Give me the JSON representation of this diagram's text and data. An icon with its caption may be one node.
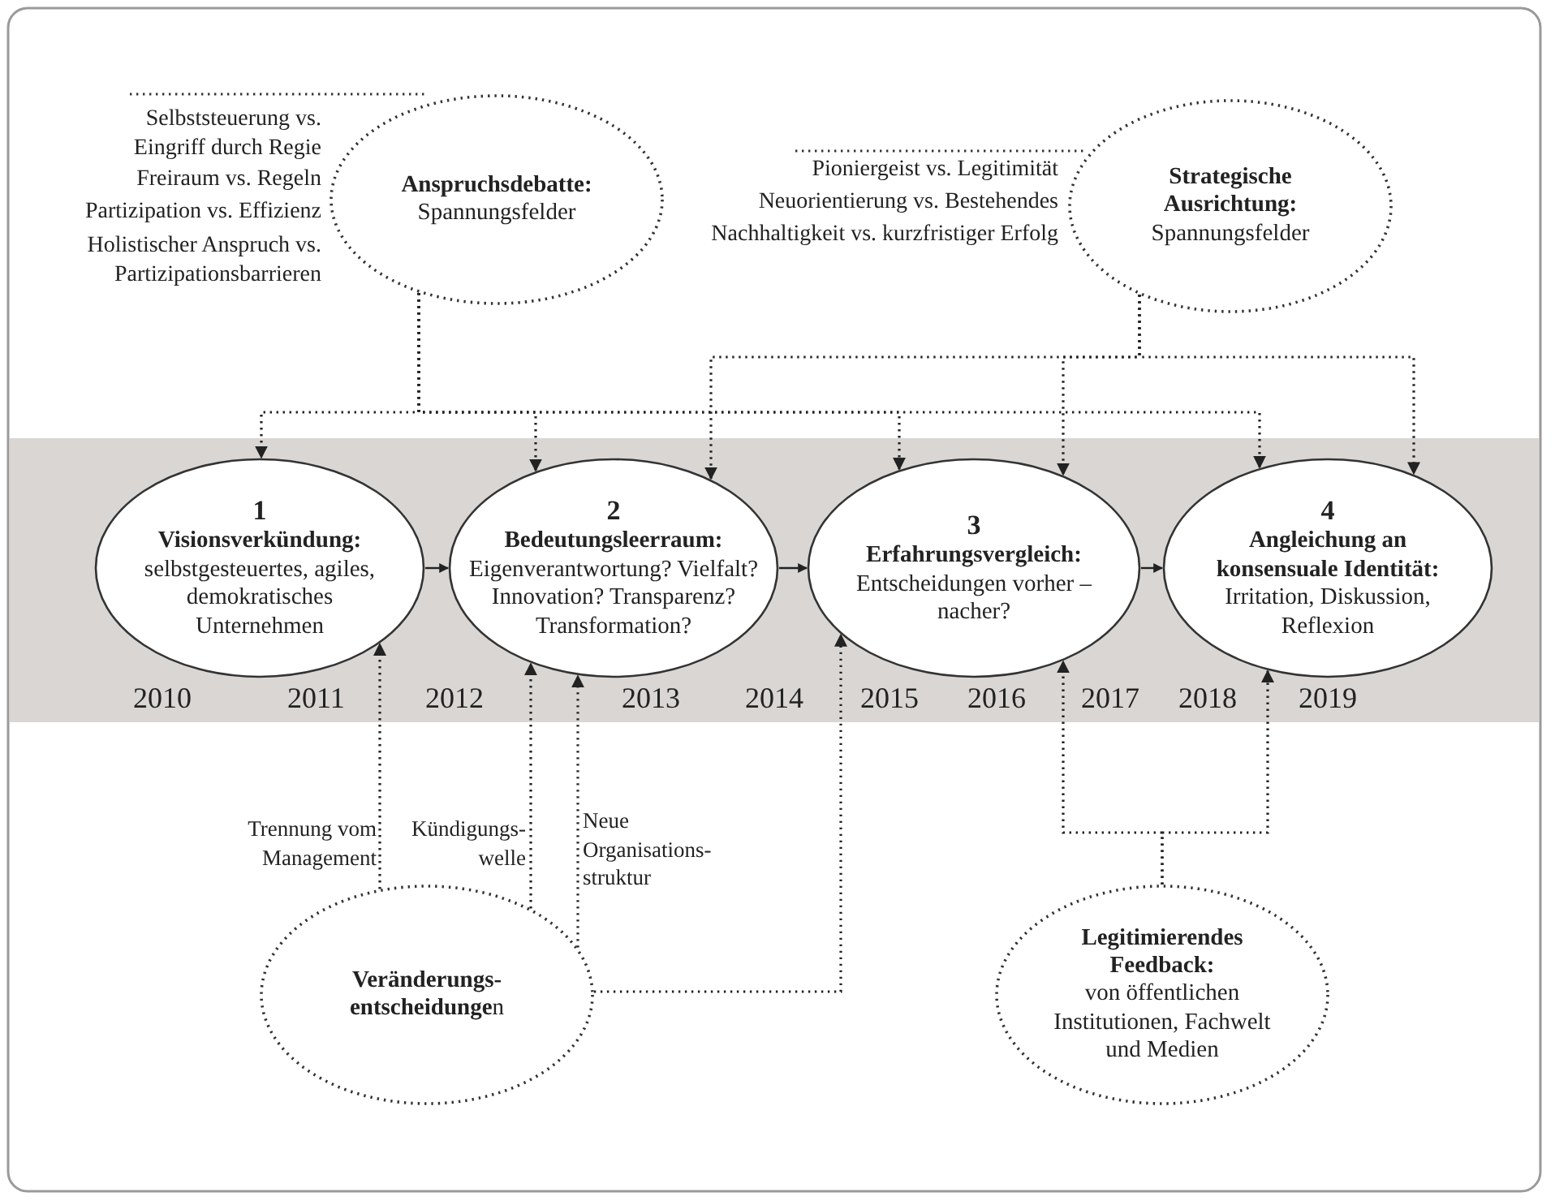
{
  "diagram": {
    "nodes": [
      {
        "text": [
          "1",
          "Visionsverkündung:",
          "selbstgesteuertes, agiles, demokratisches Unternehmen"
        ]
      },
      {
        "text": [
          "2",
          "Bedeutungsleerraum:",
          "Eigenverantwortung? Vielfalt? Innovation? Transparenz? Transformation?"
        ]
      },
      {
        "text": [
          "3",
          "Erfahrungsvergleich:",
          "Entscheidungen vorher – nacher?"
        ]
      },
      {
        "text": [
          "4",
          "Angleichung an konsensuale Identität:",
          "Irritation, Diskussion, Reflexion"
        ]
      },
      {
        "text": [
          "Anspruchsdebatte:",
          "Spannungsfelder"
        ]
      },
      {
        "text": [
          "Strategische Ausrichtung:",
          "Spannungsfelder"
        ]
      },
      {
        "text": [
          "**Veränderungs- entscheidunge**n"
        ]
      },
      {
        "text": [
          "Legitimierendes Feedback:",
          "von öffentlichen Institutionen, Fachwelt und Medien"
        ]
      }
    ],
    "edges": [
      {
        "from": 0,
        "to": 1,
        "arrow": "to"
      },
      {
        "from": 1,
        "to": 2,
        "arrow": "to"
      },
      {
        "from": 2,
        "to": 3,
        "arrow": "to"
      },
      {
        "from": 4,
        "to": 0,
        "arrow": "to",
        "style": "dashed"
      },
      {
        "from": 4,
        "to": 1,
        "arrow": "to",
        "style": "dashed"
      },
      {
        "from": 4,
        "to": 2,
        "arrow": "to",
        "style": "dashed"
      },
      {
        "from": 4,
        "to": 3,
        "arrow": "to",
        "style": "dashed"
      },
      {
        "from": 5,
        "to": 1,
        "arrow": "to",
        "style": "dashed"
      },
      {
        "from": 5,
        "to": 2,
        "arrow": "to",
        "style": "dashed"
      },
      {
        "from": 5,
        "to": 3,
        "arrow": "to",
        "style": "dashed"
      },
      {
        "from": 6,
        "to": 0,
        "arrow": "to",
        "style": "dashed",
        "label": "Trennung vom Management"
      },
      {
        "from": 6,
        "to": 1,
        "arrow": "to",
        "style": "dashed",
        "label": "Kündigungs- welle"
      },
      {
        "from": 6,
        "to": 1,
        "arrow": "to",
        "style": "dashed",
        "label": "Neue Organisations- struktur"
      },
      {
        "from": 6,
        "to": 2,
        "arrow": "to",
        "style": "dashed"
      },
      {
        "from": 7,
        "to": 2,
        "arrow": "to",
        "style": "dashed"
      },
      {
        "from": 7,
        "to": 3,
        "arrow": "to",
        "style": "dashed"
      }
    ],
    "labels": [
      "Selbststeuerung vs. Eingriff durch Regie",
      "Freiraum vs. Regeln",
      "Partizipation vs. Effizienz",
      "Holistischer Anspruch vs. Partizipationsbarrieren",
      "Pioniergeist vs. Legitimität",
      "Neuorientierung vs. Bestehendes",
      "Nachhaltigkeit vs. kurzfristiger Erfolg",
      "2010",
      "2011",
      "2012",
      "2013",
      "2014",
      "2015",
      "2016",
      "2017",
      "2018",
      "2019"
    ]
  }
}
